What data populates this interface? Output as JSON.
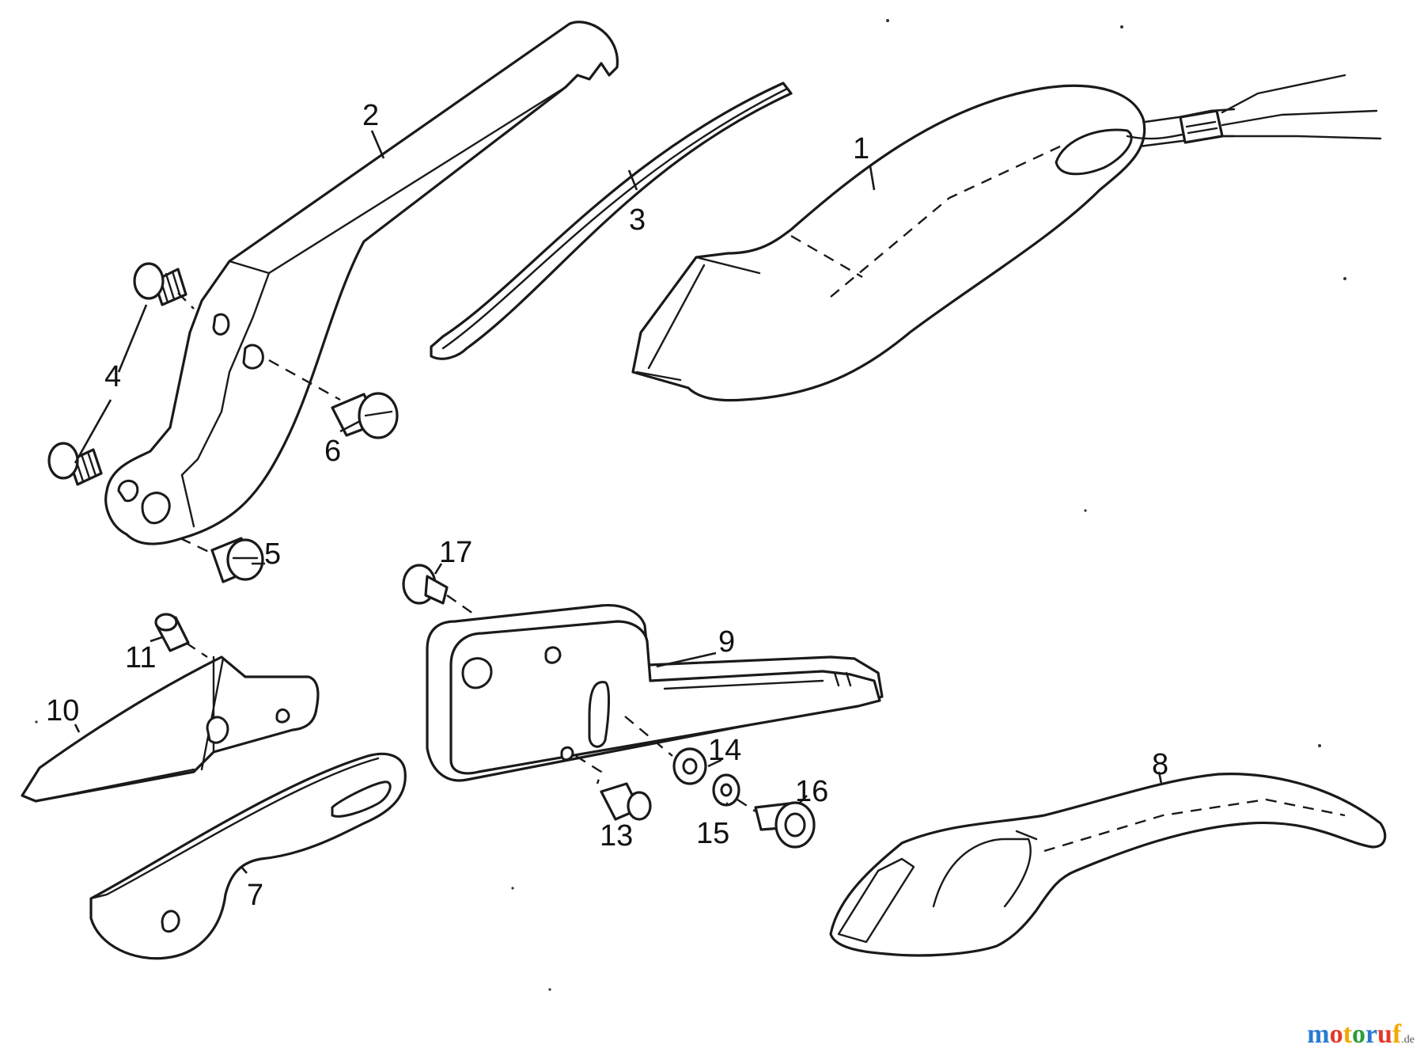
{
  "diagram": {
    "labels": {
      "p1": "1",
      "p2": "2",
      "p3": "3",
      "p4": "4",
      "p5": "5",
      "p6": "6",
      "p7": "7",
      "p8": "8",
      "p9": "9",
      "p10": "10",
      "p11": "11",
      "p13": "13",
      "p14": "14",
      "p15": "15",
      "p16": "16",
      "p17": "17"
    }
  },
  "watermark": {
    "parts": [
      {
        "text": "m",
        "color": "#2a7bd0"
      },
      {
        "text": "o",
        "color": "#e23a2a"
      },
      {
        "text": "t",
        "color": "#f2a900"
      },
      {
        "text": "o",
        "color": "#2a9d3a"
      },
      {
        "text": "r",
        "color": "#2a7bd0"
      },
      {
        "text": "u",
        "color": "#e23a2a"
      },
      {
        "text": "f",
        "color": "#f2a900"
      }
    ],
    "suffix": ".de"
  }
}
